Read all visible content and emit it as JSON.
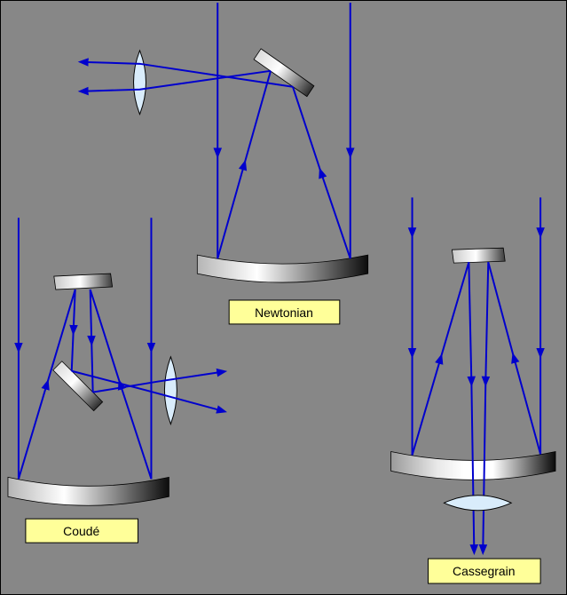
{
  "figure": {
    "labels": {
      "newtonian": "Newtonian",
      "coude": "Coudé",
      "cassegrain": "Cassegrain"
    },
    "colors": {
      "background": "#878787",
      "border": "#000000",
      "ray": "#0000cd",
      "label_bg": "#ffff99",
      "label_border": "#000000",
      "lens_fill": "#d9ecfb",
      "lens_stroke": "#000000"
    }
  }
}
